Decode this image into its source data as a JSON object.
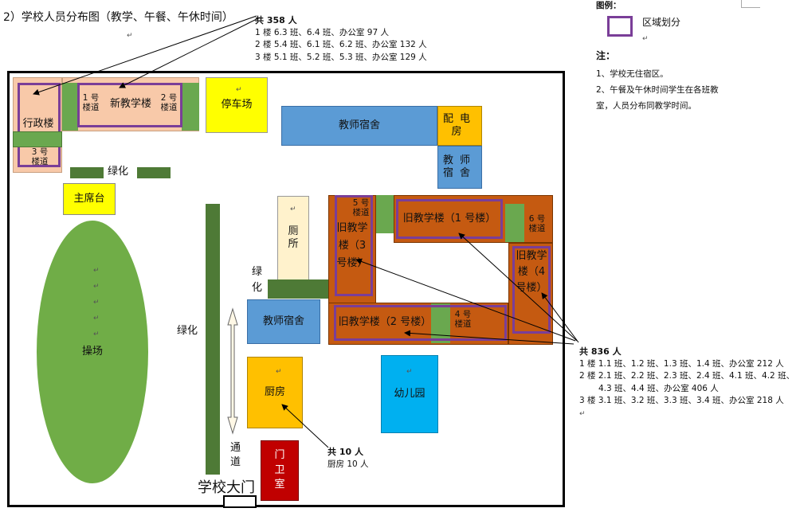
{
  "title": "2）学校人员分布图（教学、午餐、午休时间）",
  "colors": {
    "border": "#000000",
    "purple": "#7a3e98",
    "salmon": "#f8c9a9",
    "green": "#6aa84f",
    "darkgreen": "#4e7a36",
    "yellow": "#ffff00",
    "blue": "#5b9bd5",
    "orange": "#ffc000",
    "brown": "#c55a11",
    "cream": "#fff2cc",
    "cyan": "#00b0f0",
    "red": "#c00000",
    "field": "#70ad47"
  },
  "legend": {
    "title": "图例：",
    "item": "区域划分"
  },
  "notes": {
    "title": "注：",
    "lines": [
      "1、学校无住宿区。",
      "2、午餐及午休时间学生在各班教",
      "室，人员分布同教学时间。"
    ]
  },
  "annotations": {
    "new_building": {
      "total": "共 358 人",
      "lines": [
        "1 楼 6.3 班、6.4 班、办公室 97 人",
        "2 楼 5.4 班、6.1 班、6.2 班、办公室 132 人",
        "3 楼 5.1 班、5.2 班、5.3 班、办公室 129 人"
      ]
    },
    "old_building": {
      "total": "共 836 人",
      "lines": [
        "1 楼 1.1 班、1.2 班、1.3 班、1.4 班、办公室 212 人",
        "2 楼 2.1 班、2.2 班、2.3 班、2.4 班、4.1 班、4.2 班、",
        "4.3 班、4.4 班、办公室 406 人",
        "3 楼 3.1 班、3.2 班、3.3 班、3.4 班、办公室 218 人"
      ]
    },
    "kitchen": {
      "total": "共 10 人",
      "lines": [
        "厨房 10 人"
      ]
    }
  },
  "areas": {
    "admin": "行政楼",
    "stair1": "1 号\n楼道",
    "new_building": "新教学楼",
    "stair2": "2 号\n楼道",
    "stair3": "3 号\n楼道",
    "parking": "停车场",
    "teacher_dorm_top": "教师宿舍",
    "power_room": "配电房",
    "teacher_dorm_small": "教师宿舍",
    "greening_top": "绿化",
    "rostrum": "主席台",
    "playground": "操场",
    "greening_left": "绿化",
    "toilet": "厕所",
    "stair5": "5 号\n楼道",
    "old_building_3": "旧教学楼（3号楼）",
    "old_building_1": "旧教学楼（1 号楼）",
    "stair6": "6 号\n楼道",
    "old_building_4": "旧教学楼（4号楼）",
    "greening_mid": "绿化",
    "teacher_dorm_mid": "教师宿舍",
    "old_building_2": "旧教学楼（2 号楼）",
    "stair4": "4 号\n楼道",
    "kitchen": "厨房",
    "kindergarten": "幼儿园",
    "passage": "通道",
    "gate_room": "门卫室",
    "school_gate": "学校大门"
  }
}
